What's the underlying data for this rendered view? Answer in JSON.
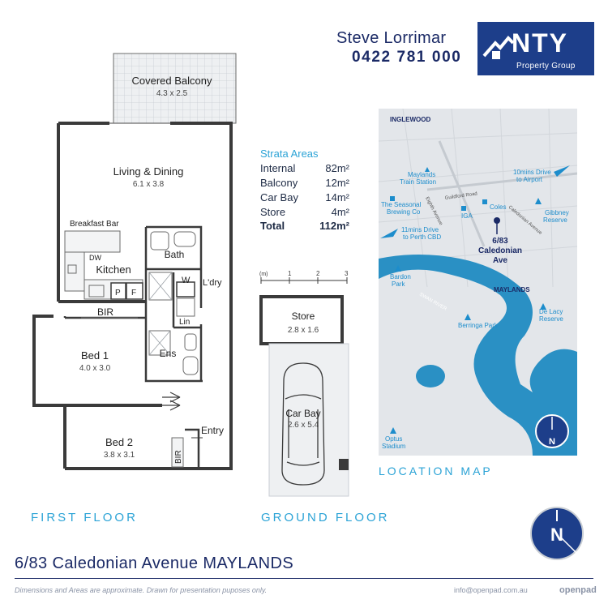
{
  "agent": {
    "name": "Steve Lorrimar",
    "phone": "0422 781 000"
  },
  "logo": {
    "big": "NTY",
    "small": "Property Group"
  },
  "strata": {
    "title": "Strata Areas",
    "rows": [
      {
        "label": "Internal",
        "value": "82m²"
      },
      {
        "label": "Balcony",
        "value": "12m²"
      },
      {
        "label": "Car Bay",
        "value": "14m²"
      },
      {
        "label": "Store",
        "value": "4m²"
      }
    ],
    "total": {
      "label": "Total",
      "value": "112m²"
    }
  },
  "rooms": {
    "balcony": {
      "name": "Covered Balcony",
      "dims": "4.3 x 2.5"
    },
    "living": {
      "name": "Living & Dining",
      "dims": "6.1 x 3.8"
    },
    "breakfast": "Breakfast Bar",
    "kitchen": "Kitchen",
    "dw": "DW",
    "p": "P",
    "f": "F",
    "bath": "Bath",
    "w": "W",
    "laundry": "L'dry",
    "lin": "Lin",
    "bir": "BIR",
    "ens": "Ens",
    "bed1": {
      "name": "Bed 1",
      "dims": "4.0 x 3.0"
    },
    "bed2": {
      "name": "Bed 2",
      "dims": "3.8 x 3.1"
    },
    "bir2": "BIR",
    "entry": "Entry",
    "store": {
      "name": "Store",
      "dims": "2.8 x 1.6"
    },
    "carbay": {
      "name": "Car Bay",
      "dims": "2.6 x 5.4"
    }
  },
  "scale": {
    "unit": "(m)",
    "ticks": [
      "1",
      "2",
      "3"
    ]
  },
  "floors": {
    "first": "FIRST FLOOR",
    "ground": "GROUND FLOOR"
  },
  "map": {
    "caption": "LOCATION MAP",
    "labels": {
      "inglewood": "INGLEWOOD",
      "maylands_station_1": "Maylands",
      "maylands_station_2": "Train Station",
      "seasonal_1": "The Seasonal",
      "seasonal_2": "Brewing Co",
      "airport_1": "10mins Drive",
      "airport_2": "to Airport",
      "guildford": "Guildford Road",
      "eighth": "Eighth Avenue",
      "coles": "Coles",
      "iga": "IGA",
      "caledonian": "Caledonian Avenue",
      "gibbney_1": "Gibbney",
      "gibbney_2": "Reserve",
      "cbd_1": "11mins Drive",
      "cbd_2": "to Perth CBD",
      "pin_1": "6/83",
      "pin_2": "Caledonian",
      "pin_3": "Ave",
      "bardon_1": "Bardon",
      "bardon_2": "Park",
      "maylands": "MAYLANDS",
      "swan": "SWAN RIVER",
      "delacy_1": "De Lacy",
      "delacy_2": "Reserve",
      "berringa": "Berringa Park",
      "optus_1": "Optus",
      "optus_2": "Stadium",
      "north": "N"
    }
  },
  "compass": "N",
  "footer": {
    "address": "6/83 Caledonian Avenue MAYLANDS",
    "disclaimer": "Dimensions and Areas are approximate. Drawn for presentation puposes only.",
    "contact": "info@openpad.com.au",
    "brand": "openpad"
  },
  "colors": {
    "navy": "#1b2a66",
    "accent": "#2ba3d6",
    "wall": "#3a3a3a",
    "map_water": "#2a90c4",
    "map_land": "#e3e6ea"
  }
}
